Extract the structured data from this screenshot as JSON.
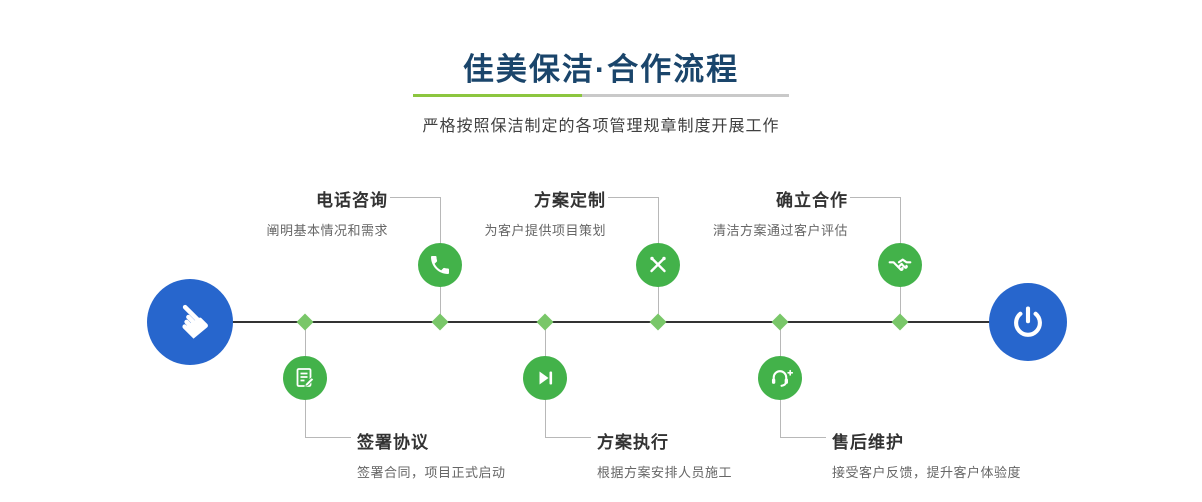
{
  "header": {
    "title": "佳美保洁·合作流程",
    "subtitle": "严格按照保洁制定的各项管理规章制度开展工作"
  },
  "palette": {
    "accent_blue": "#2766cd",
    "accent_green": "#43b24a",
    "diamond_green": "#79c769",
    "title_navy": "#1a456b",
    "divider_green": "#8cc63f",
    "divider_gray": "#c9c9c9",
    "timeline_dark": "#333333"
  },
  "endpoints": {
    "start_icon": "hand-icon",
    "end_icon": "power-icon"
  },
  "steps_top": [
    {
      "title": "电话咨询",
      "desc": "阐明基本情况和需求",
      "icon": "phone-icon"
    },
    {
      "title": "方案定制",
      "desc": "为客户提供项目策划",
      "icon": "design-pencils-icon"
    },
    {
      "title": "确立合作",
      "desc": "清洁方案通过客户评估",
      "icon": "handshake-icon"
    }
  ],
  "steps_bottom": [
    {
      "title": "签署协议",
      "desc": "签署合同，项目正式启动",
      "icon": "contract-icon"
    },
    {
      "title": "方案执行",
      "desc": "根据方案安排人员施工",
      "icon": "play-next-icon"
    },
    {
      "title": "售后维护",
      "desc": "接受客户反馈，提升客户体验度",
      "icon": "headset-icon"
    }
  ]
}
